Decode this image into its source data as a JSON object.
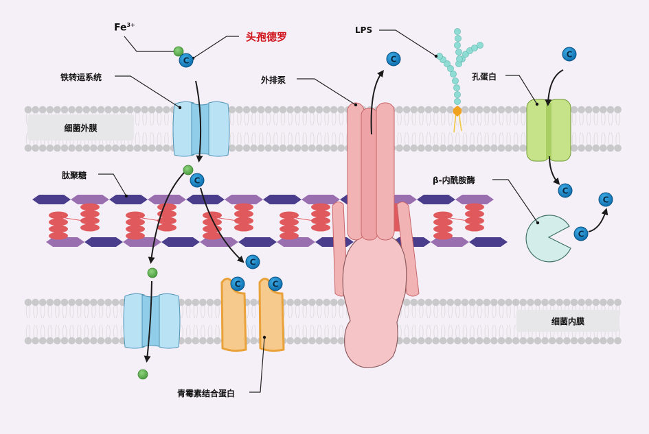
{
  "title": "头孢德罗作用机制与细菌耐药机制示意图",
  "labels": {
    "fe": "Fe",
    "fe_charge": "3+",
    "cefiderocol": "头孢德罗",
    "iron_transport": "铁转运系统",
    "outer_membrane": "细菌外膜",
    "peptidoglycan": "肽聚糖",
    "efflux_pump": "外排泵",
    "lps": "LPS",
    "porin": "孔蛋白",
    "beta_lactamase": "β-内酰胺酶",
    "inner_membrane": "细菌内膜",
    "pbp": "青霉素结合蛋白"
  },
  "molecule": {
    "drug_symbol": "C"
  },
  "colors": {
    "background": "#f5f0f7",
    "drug": "#1a8fd0",
    "iron": "#6dbb5d",
    "membrane_head": "#c9c8ca",
    "iron_transporter": "#b9e2f4",
    "efflux_pump": "#f2b3b4",
    "porin": "#c6e38a",
    "lps_chain": "#8fdcd4",
    "lps_anchor": "#f0a11e",
    "pbp": "#f6c98c",
    "pbp_outline": "#e9a23a",
    "beta_lactamase": "#d3eeea",
    "glycan_dark": "#4a3e8c",
    "glycan_light": "#9a6fb0",
    "peptide": "#e05a5d",
    "label_highlight": "#d0121b"
  }
}
